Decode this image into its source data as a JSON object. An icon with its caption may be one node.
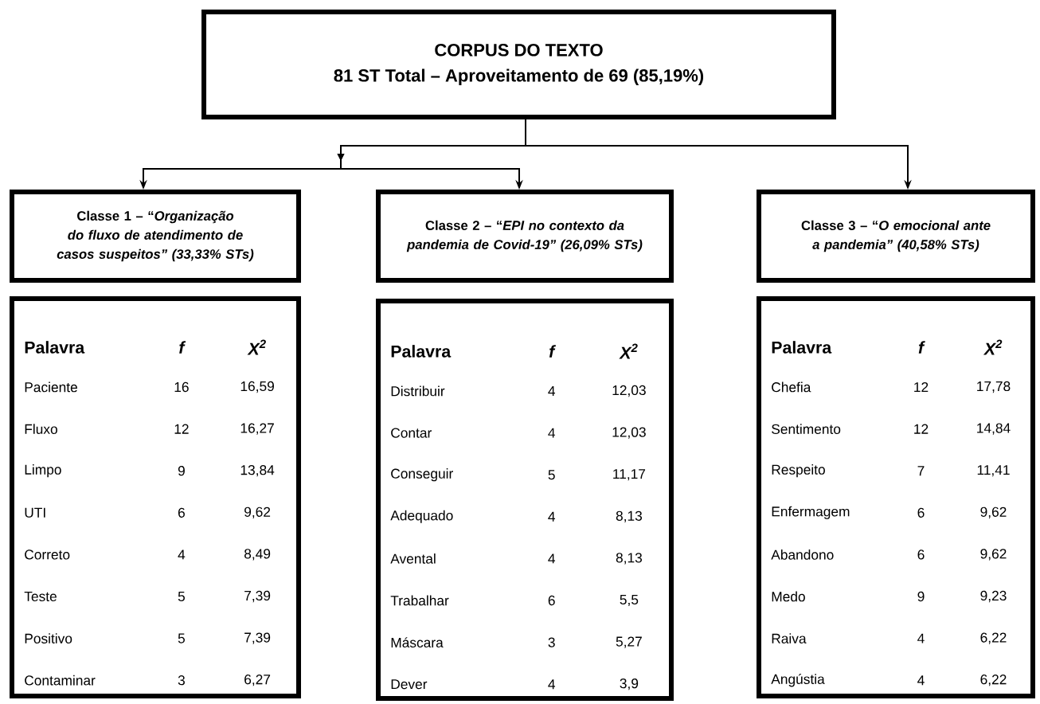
{
  "diagram": {
    "nodes": [
      {
        "text": [
          "CORPUS DO TEXTO",
          "81 ST Total – Aproveitamento de 69 (85,19%)"
        ]
      },
      {
        "text": [
          "Classe 1 – “*Organização do fluxo de atendimento de casos suspeitos” (33,33% STs)*"
        ]
      },
      {
        "text": [
          "Classe 2 – “*EPI no contexto da pandemia de Covid-19” (26,09% STs)*"
        ]
      },
      {
        "text": [
          "Classe 3 – “*O emocional ante a pandemia” (40,58% STs)*"
        ]
      },
      {
        "text": [
          "Palavra",
          "f",
          "X$^{2}$",
          "Paciente",
          "16",
          "16,59",
          "Fluxo",
          "12",
          "16,27",
          "Limpo",
          "9",
          "13,84",
          "UTI",
          "6",
          "9,62",
          "Correto",
          "4",
          "8,49",
          "Teste",
          "5",
          "7,39",
          "Positivo",
          "5",
          "7,39",
          "Contaminar",
          "3",
          "6,27"
        ]
      },
      {
        "text": [
          "Palavra",
          "f",
          "X$^{2}$",
          "Distribuir",
          "4",
          "12,03",
          "Contar",
          "4",
          "12,03",
          "Conseguir",
          "5",
          "11,17",
          "Adequado",
          "4",
          "8,13",
          "Avental",
          "4",
          "8,13",
          "Trabalhar",
          "6",
          "5,5",
          "Máscara",
          "3",
          "5,27",
          "Dever",
          "4",
          "3,9"
        ]
      },
      {
        "text": [
          "Palavra",
          "f",
          "X$^{2}$",
          "Chefia",
          "12",
          "17,78",
          "Sentimento",
          "12",
          "14,84",
          "Respeito",
          "7",
          "11,41",
          "Enfermagem",
          "6",
          "9,62",
          "Abandono",
          "6",
          "9,62",
          "Medo",
          "9",
          "9,23",
          "Raiva",
          "4",
          "6,22",
          "Angústia",
          "4",
          "6,22"
        ]
      }
    ],
    "edges": [
      {
        "from": 0,
        "to": 1,
        "arrow": "to"
      },
      {
        "from": 0,
        "to": 2,
        "arrow": "to"
      },
      {
        "from": 0,
        "to": 3,
        "arrow": "to"
      }
    ]
  }
}
